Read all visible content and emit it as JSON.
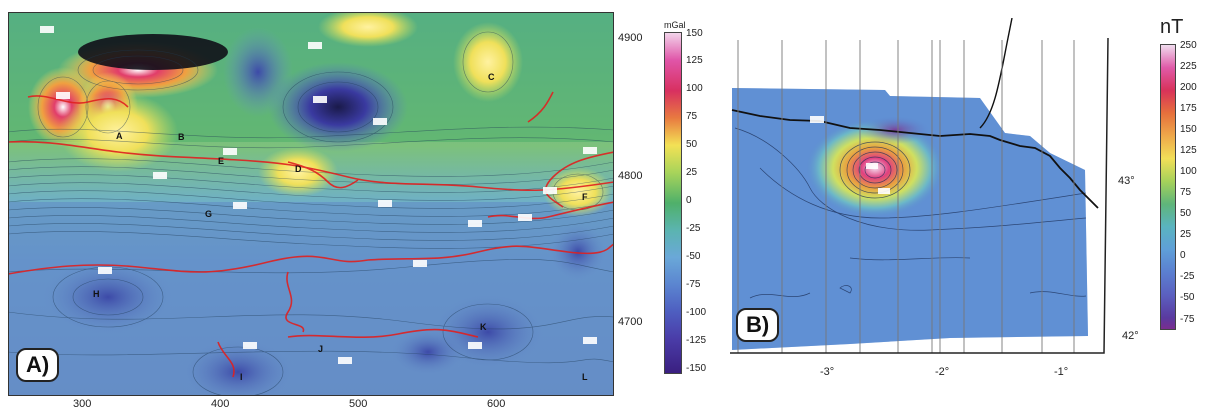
{
  "panel_a": {
    "tag": "A)",
    "colorbar_unit": "mGal",
    "colorbar_ticks": [
      "150",
      "125",
      "100",
      "75",
      "50",
      "25",
      "0",
      "-25",
      "-50",
      "-75",
      "-100",
      "-125",
      "-150"
    ],
    "x_ticks": [
      "300",
      "400",
      "500",
      "600"
    ],
    "y_ticks": [
      "4800",
      "4700",
      "4900"
    ],
    "anomaly_letters": [
      "A",
      "B",
      "C",
      "D",
      "E",
      "F",
      "G",
      "H",
      "I",
      "J",
      "K",
      "L"
    ]
  },
  "panel_b": {
    "tag": "B)",
    "colorbar_unit": "nT",
    "colorbar_ticks": [
      "250",
      "225",
      "200",
      "175",
      "150",
      "125",
      "100",
      "75",
      "50",
      "25",
      "0",
      "-25",
      "-50",
      "-75"
    ],
    "x_ticks": [
      "-3°",
      "-2°",
      "-1°"
    ],
    "y_ticks": [
      "43°",
      "42°"
    ]
  },
  "colors": {
    "grav_high": "#d62b5a",
    "grav_low": "#3d3aa8",
    "mag_high": "#e0407a",
    "mag_low": "#4c7fd0"
  }
}
